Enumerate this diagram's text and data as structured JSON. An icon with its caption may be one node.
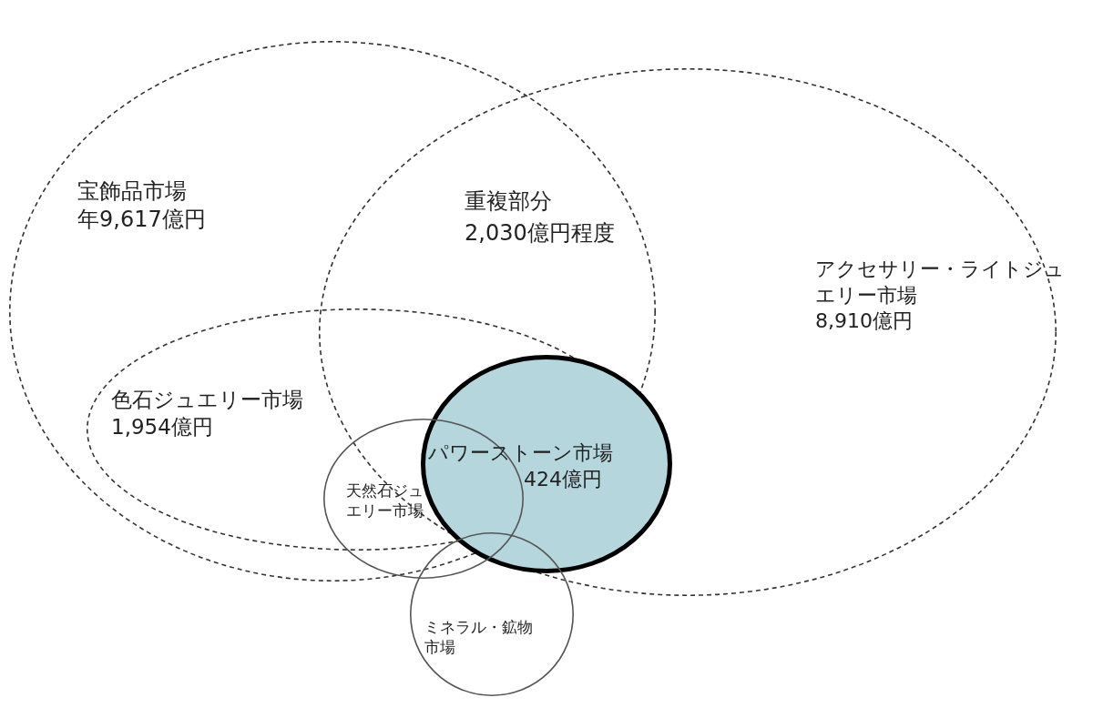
{
  "diagram": {
    "nodes": [
      {
        "text": [
          "宝飾品市場",
          "年9,617億円"
        ]
      },
      {
        "text": [
          "アクセサリー・ライトジュエリー市場",
          "8,910億円"
        ]
      },
      {
        "text": [
          "色石ジュエリー市場",
          "1,954億円"
        ],
        "in": 0
      },
      {
        "text": [
          "天然石ジュエリー市場"
        ]
      },
      {
        "text": [
          "パワーストーン市場",
          "424億円"
        ],
        "in": 1
      },
      {
        "text": [
          "ミネラル・鉱物市場"
        ]
      }
    ],
    "edges": [],
    "labels": [
      "重複部分",
      "2,030億円程度"
    ]
  }
}
